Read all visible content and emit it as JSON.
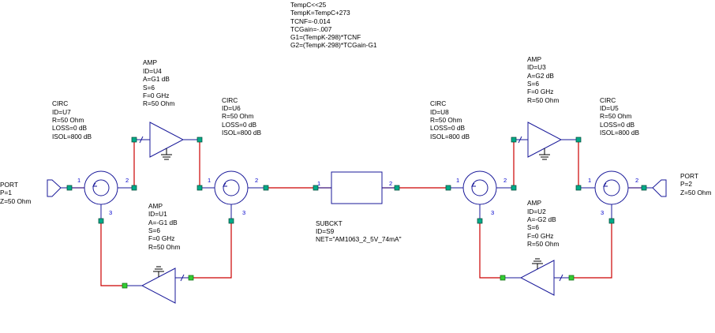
{
  "equations": [
    "TempC<<25",
    "TempK=TempC+273",
    "TCNF=-0.014",
    "TCGain=-.007",
    "G1=(TempK-298)*TCNF",
    "G2=(TempK-298)*TCGain-G1"
  ],
  "port1": [
    "PORT",
    "P=1",
    "Z=50 Ohm"
  ],
  "port2": [
    "PORT",
    "P=2",
    "Z=50 Ohm"
  ],
  "circ_u7": [
    "CIRC",
    "ID=U7",
    "R=50 Ohm",
    "LOSS=0 dB",
    "ISOL=800 dB"
  ],
  "circ_u6": [
    "CIRC",
    "ID=U6",
    "R=50 Ohm",
    "LOSS=0 dB",
    "ISOL=800 dB"
  ],
  "circ_u8": [
    "CIRC",
    "ID=U8",
    "R=50 Ohm",
    "LOSS=0 dB",
    "ISOL=800 dB"
  ],
  "circ_u5": [
    "CIRC",
    "ID=U5",
    "R=50 Ohm",
    "LOSS=0 dB",
    "ISOL=800 dB"
  ],
  "amp_u4": [
    "AMP",
    "ID=U4",
    "A=G1 dB",
    "S=6",
    "F=0 GHz",
    "R=50 Ohm"
  ],
  "amp_u1": [
    "AMP",
    "ID=U1",
    "A=-G1 dB",
    "S=6",
    "F=0 GHz",
    "R=50 Ohm"
  ],
  "amp_u3": [
    "AMP",
    "ID=U3",
    "A=G2 dB",
    "S=6",
    "F=0 GHz",
    "R=50 Ohm"
  ],
  "amp_u2": [
    "AMP",
    "ID=U2",
    "A=-G2 dB",
    "S=6",
    "F=0 GHz",
    "R=50 Ohm"
  ],
  "subckt": [
    "SUBCKT",
    "ID=S9",
    "NET=\"AM1063_2_5V_74mA\""
  ],
  "pins": {
    "p1": "1",
    "p2": "2",
    "p3": "3"
  }
}
